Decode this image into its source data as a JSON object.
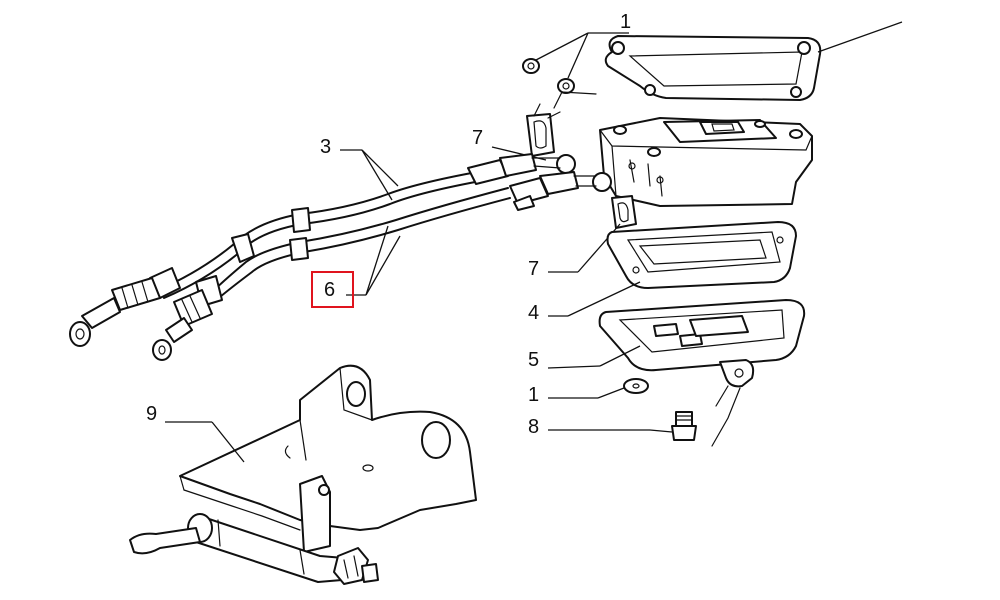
{
  "callouts": {
    "c1_top": "1",
    "c3": "3",
    "c6": "6",
    "c7_top": "7",
    "c7_mid": "7",
    "c4": "4",
    "c5": "5",
    "c1_bottom": "1",
    "c8": "8",
    "c9": "9"
  },
  "highlight": {
    "target": "6",
    "color": "#e0141e"
  }
}
